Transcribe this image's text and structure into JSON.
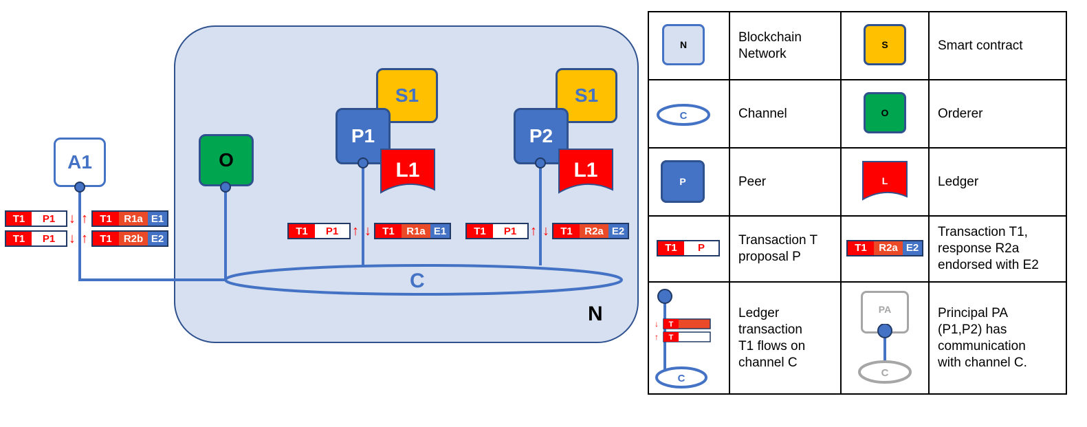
{
  "diagram": {
    "network_label": "N",
    "channel_label": "C",
    "client": "A1",
    "orderer": "O",
    "peers": [
      {
        "peer": "P1",
        "contract": "S1",
        "ledger": "L1"
      },
      {
        "peer": "P2",
        "contract": "S1",
        "ledger": "L1"
      }
    ],
    "messages": {
      "client_proposals": [
        {
          "t": "T1",
          "p": "P1"
        },
        {
          "t": "T1",
          "p": "P1"
        }
      ],
      "client_responses": [
        {
          "t": "T1",
          "r": "R1a",
          "e": "E1"
        },
        {
          "t": "T1",
          "r": "R2b",
          "e": "E2"
        }
      ],
      "peer1_proposal": {
        "t": "T1",
        "p": "P1"
      },
      "peer1_response": {
        "t": "T1",
        "r": "R1a",
        "e": "E1"
      },
      "peer2_proposal": {
        "t": "T1",
        "p": "P1"
      },
      "peer2_response": {
        "t": "T1",
        "r": "R2a",
        "e": "E2"
      }
    }
  },
  "legend": {
    "network": {
      "icon": "N",
      "text": [
        "Blockchain",
        "Network"
      ]
    },
    "contract": {
      "icon": "S",
      "text": [
        "Smart contract"
      ]
    },
    "channel": {
      "icon": "C",
      "text": [
        "Channel"
      ]
    },
    "orderer": {
      "icon": "O",
      "text": [
        "Orderer"
      ]
    },
    "peer": {
      "icon": "P",
      "text": [
        "Peer"
      ]
    },
    "ledger": {
      "icon": "L",
      "text": [
        "Ledger"
      ]
    },
    "proposal": {
      "t": "T1",
      "p": "P",
      "text": [
        "Transaction T",
        "proposal P"
      ]
    },
    "response": {
      "t": "T1",
      "r": "R2a",
      "e": "E2",
      "text": [
        "Transaction T1,",
        "response R2a",
        "endorsed with E2"
      ]
    },
    "flow": {
      "t": "T",
      "c": "C",
      "text": [
        "Ledger",
        "transaction",
        "T1 flows on",
        "channel C"
      ]
    },
    "principal": {
      "icon": "PA",
      "c": "C",
      "text": [
        "Principal PA",
        "(P1,P2) has",
        "communication",
        "with channel C."
      ]
    }
  },
  "colors": {
    "network_fill": "#d6e0f0",
    "peer": "#4472c4",
    "orderer": "#00a550",
    "contract": "#ffc000",
    "ledger": "#ff0000",
    "response": "#ea4a28"
  }
}
